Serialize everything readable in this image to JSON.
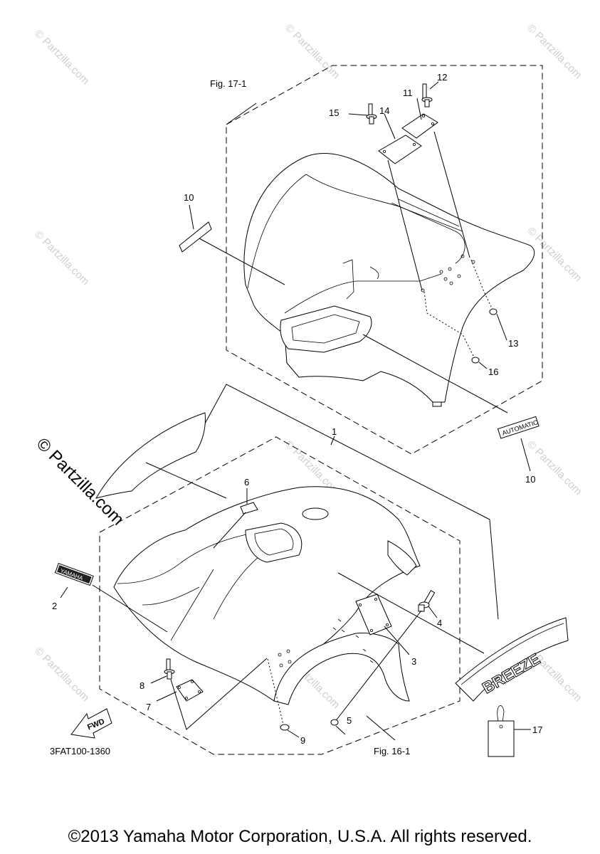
{
  "figure_refs": {
    "fig_17_1": "Fig. 17-1",
    "fig_16_1": "Fig. 16-1"
  },
  "diagram_code": "3FAT100-1360",
  "callouts": {
    "c1": "1",
    "c2": "2",
    "c3": "3",
    "c4": "4",
    "c5": "5",
    "c6": "6",
    "c7": "7",
    "c8": "8",
    "c9": "9",
    "c10a": "10",
    "c10b": "10",
    "c11": "11",
    "c12": "12",
    "c13": "13",
    "c14": "14",
    "c15": "15",
    "c16": "16",
    "c17": "17"
  },
  "decals": {
    "yamaha": "YAMAHA",
    "automatic": "AUTOMATIC",
    "breeze": "BREEZE",
    "fwd": "FWD"
  },
  "watermark": {
    "text": "© Partzilla.com",
    "large_text": "© Partzilla.com"
  },
  "footer": {
    "copyright": "©2013 Yamaha Motor Corporation, U.S.A. All rights reserved."
  }
}
